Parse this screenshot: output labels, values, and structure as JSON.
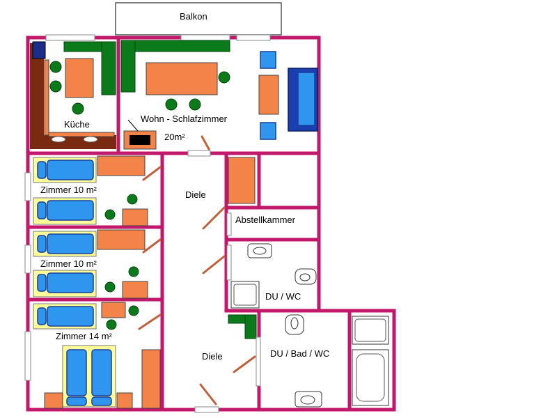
{
  "rooms": {
    "balkon": "Balkon",
    "kueche": "Küche",
    "wohn": "Wohn - Schlafzimmer",
    "wohn_area": "20m²",
    "zimmer1": "Zimmer 10 m²",
    "zimmer2": "Zimmer 10 m²",
    "zimmer3": "Zimmer 14 m²",
    "diele_top": "Diele",
    "diele_bottom": "Diele",
    "abstellkammer": "Abstellkammer",
    "du_wc": "DU / WC",
    "du_bad_wc": "DU / Bad / WC"
  },
  "colors": {
    "wall": "#c2186b",
    "furniture": "#f4834a",
    "bed": "#2f96f0",
    "chair": "#0b7a1a",
    "counter": "#7a2a10",
    "bed_frame": "#ffff99"
  }
}
